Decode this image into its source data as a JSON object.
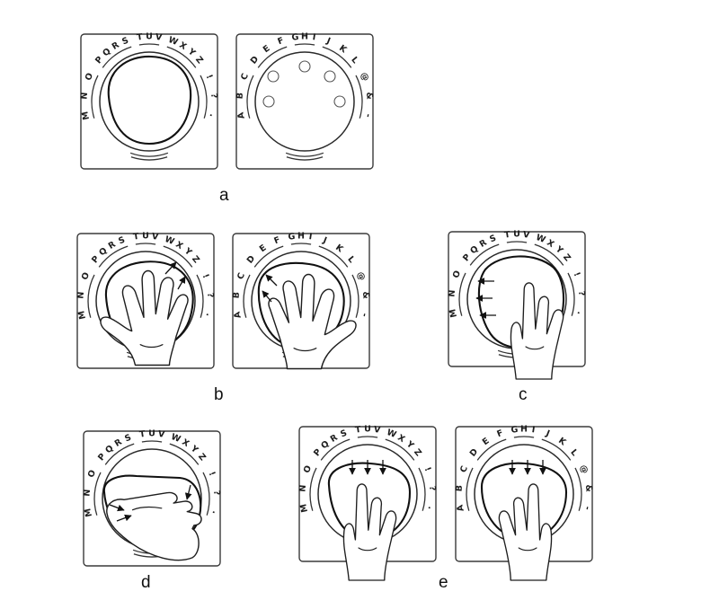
{
  "captions": {
    "a": "a",
    "b": "b",
    "c": "c",
    "d": "d",
    "e": "e"
  },
  "keyboards": {
    "right": {
      "groups": [
        {
          "letters": [
            "M",
            "N",
            "O"
          ]
        },
        {
          "letters": [
            "P",
            "Q",
            "R",
            "S"
          ]
        },
        {
          "letters": [
            "T",
            "U",
            "V"
          ]
        },
        {
          "letters": [
            "W",
            "X",
            "Y",
            "Z"
          ]
        },
        {
          "letters": [
            "!",
            "?",
            "."
          ]
        }
      ]
    },
    "left": {
      "groups": [
        {
          "letters": [
            "A",
            "B",
            "C"
          ]
        },
        {
          "letters": [
            "D",
            "E",
            "F"
          ]
        },
        {
          "letters": [
            "G",
            "H",
            "I"
          ]
        },
        {
          "letters": [
            "J",
            "K",
            "L"
          ]
        },
        {
          "letters": [
            "@",
            "&",
            "-"
          ]
        }
      ]
    }
  },
  "arrow_direction": {
    "b_right": "up-right",
    "b_left": "up-left",
    "c": "left",
    "d": "inward",
    "e": "down"
  }
}
